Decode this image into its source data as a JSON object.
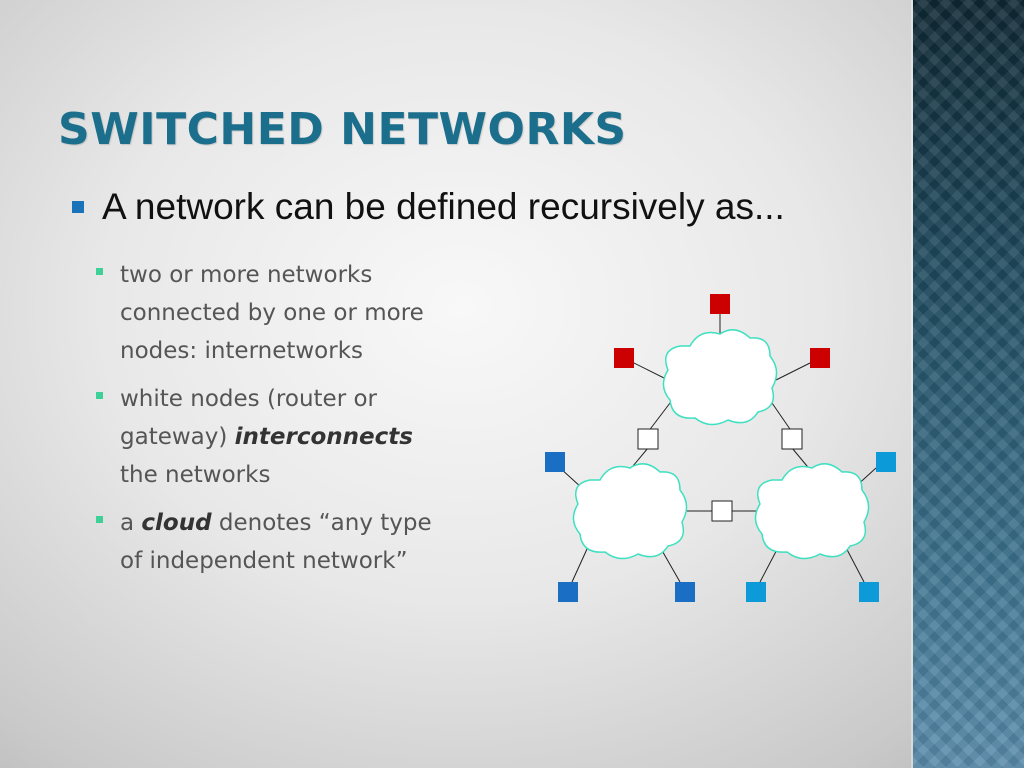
{
  "title": "SWITCHED NETWORKS",
  "main_bullet": "A network can be defined recursively as...",
  "sub_bullets": [
    {
      "line1": "two or more networks",
      "line2": "connected by one or more",
      "line3": "nodes: internetworks"
    },
    {
      "line1": "white nodes (router or",
      "line2a": "gateway) ",
      "line2b": "interconnects",
      "line3": "the networks"
    },
    {
      "line1a": "a ",
      "line1b": "cloud",
      "line1c": " denotes “any type",
      "line2": "of independent network”"
    }
  ],
  "colors": {
    "title": "#1b6f8c",
    "cloud_outline": "#3fe0c0",
    "red_node": "#cc0000",
    "blue_node": "#1a6fc4",
    "cyan_node": "#0d9ad8",
    "router_node": "#ffffff"
  },
  "diagram": {
    "clouds": [
      "network-top",
      "network-left",
      "network-right"
    ],
    "routers": [
      "router-top-left",
      "router-top-right",
      "router-bottom"
    ],
    "hosts": {
      "red": 3,
      "blue": 3,
      "cyan": 3
    }
  }
}
